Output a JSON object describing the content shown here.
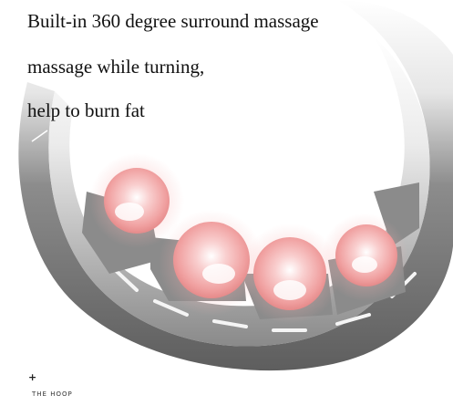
{
  "caption": {
    "line1": "Built-in 360 degree surround massage",
    "line2": "massage while turning,",
    "line3": "help to burn fat"
  },
  "footer": {
    "plus": "+",
    "brand": "THE HOOP"
  },
  "colors": {
    "background": "#ffffff",
    "hoop_gray": "#6f6f6f",
    "node_gray": "#8a8a8a",
    "massage_pink": "#f4a7a7",
    "text": "#111111"
  }
}
